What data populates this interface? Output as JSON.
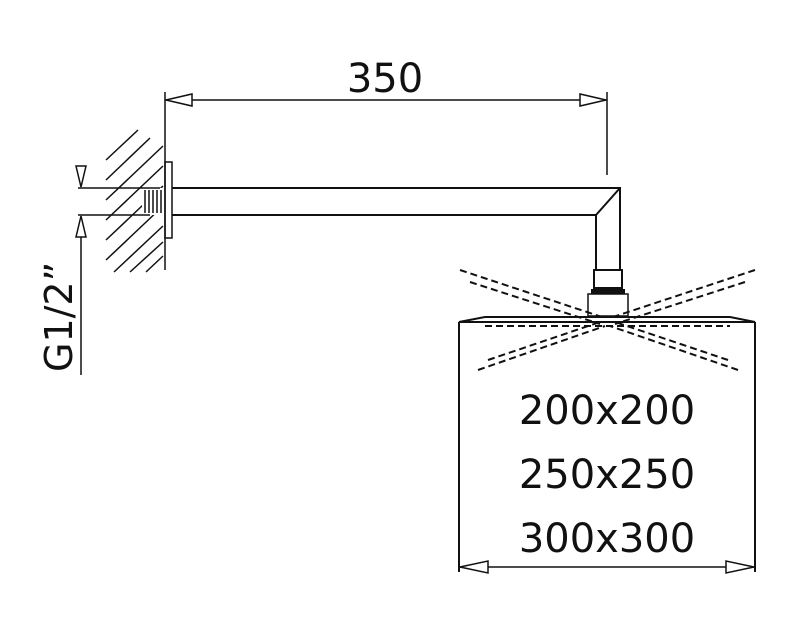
{
  "drawing": {
    "arm_length_label": "350",
    "thread_label": "G1/2”",
    "head_sizes": [
      "200x200",
      "250x250",
      "300x300"
    ],
    "line_color": "#111111"
  }
}
